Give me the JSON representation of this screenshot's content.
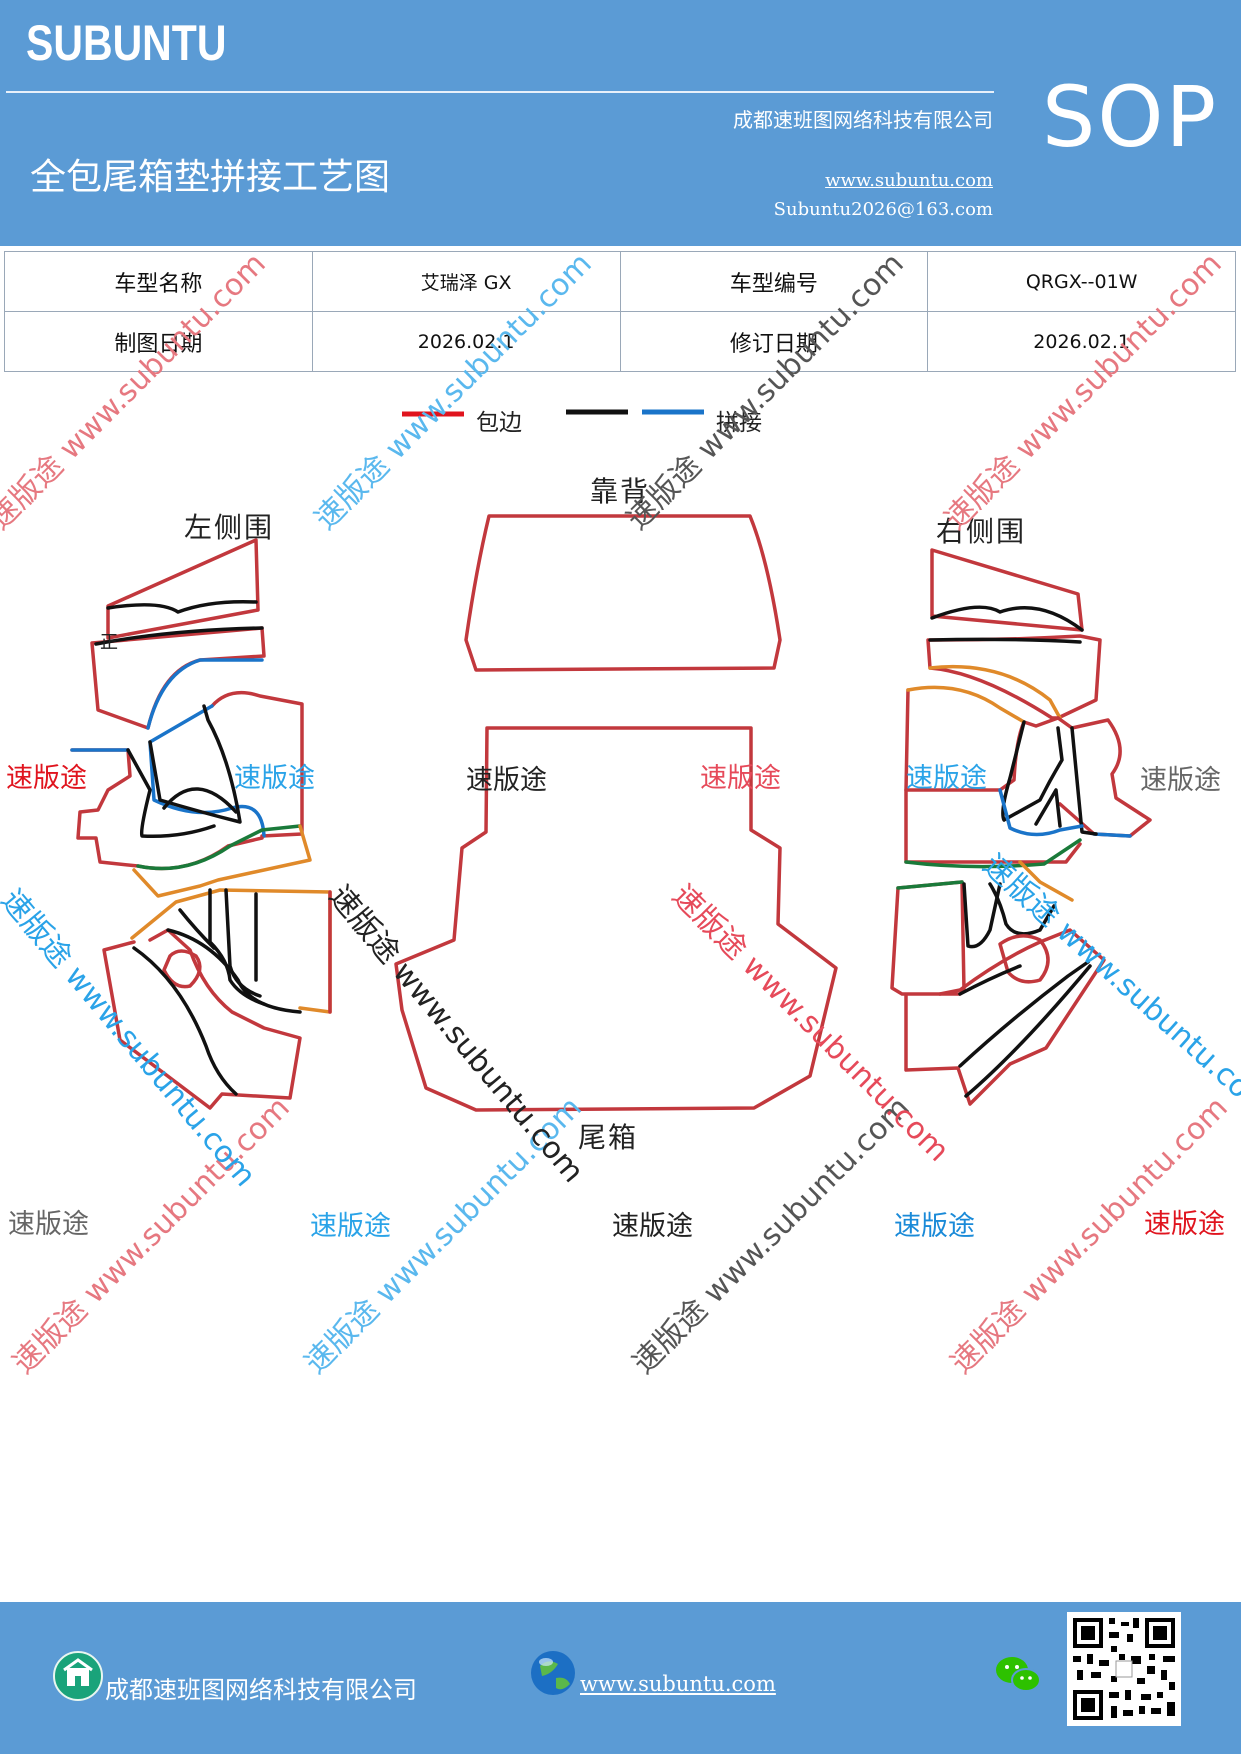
{
  "header": {
    "brand": "SUBUNTU",
    "company": "成都速班图网络科技有限公司",
    "sop": "SOP",
    "title": "全包尾箱垫拼接工艺图",
    "website": "www.subuntu.com",
    "email": "Subuntu2026@163.com"
  },
  "info_table": {
    "rows": [
      [
        "车型名称",
        "艾瑞泽 GX",
        "车型编号",
        "QRGX--01W"
      ],
      [
        "制图日期",
        "2026.02.1",
        "修订日期",
        "2026.02.1"
      ]
    ]
  },
  "legend": {
    "label_red": "包边",
    "label_blue": "拼接",
    "colors": {
      "red": "#e0141e",
      "black": "#111111",
      "blue": "#1a74c9"
    }
  },
  "diagram": {
    "labels": {
      "backrest": "靠背",
      "left_side": "左侧围",
      "right_side": "右侧围",
      "trunk": "尾箱",
      "mark": "正"
    }
  },
  "watermarks": {
    "short": "速版途",
    "long": "速版途 www.subuntu.com",
    "url": "www.subuntu.com"
  },
  "footer": {
    "company": "成都速班图网络科技有限公司",
    "website": "www.subuntu.com"
  }
}
